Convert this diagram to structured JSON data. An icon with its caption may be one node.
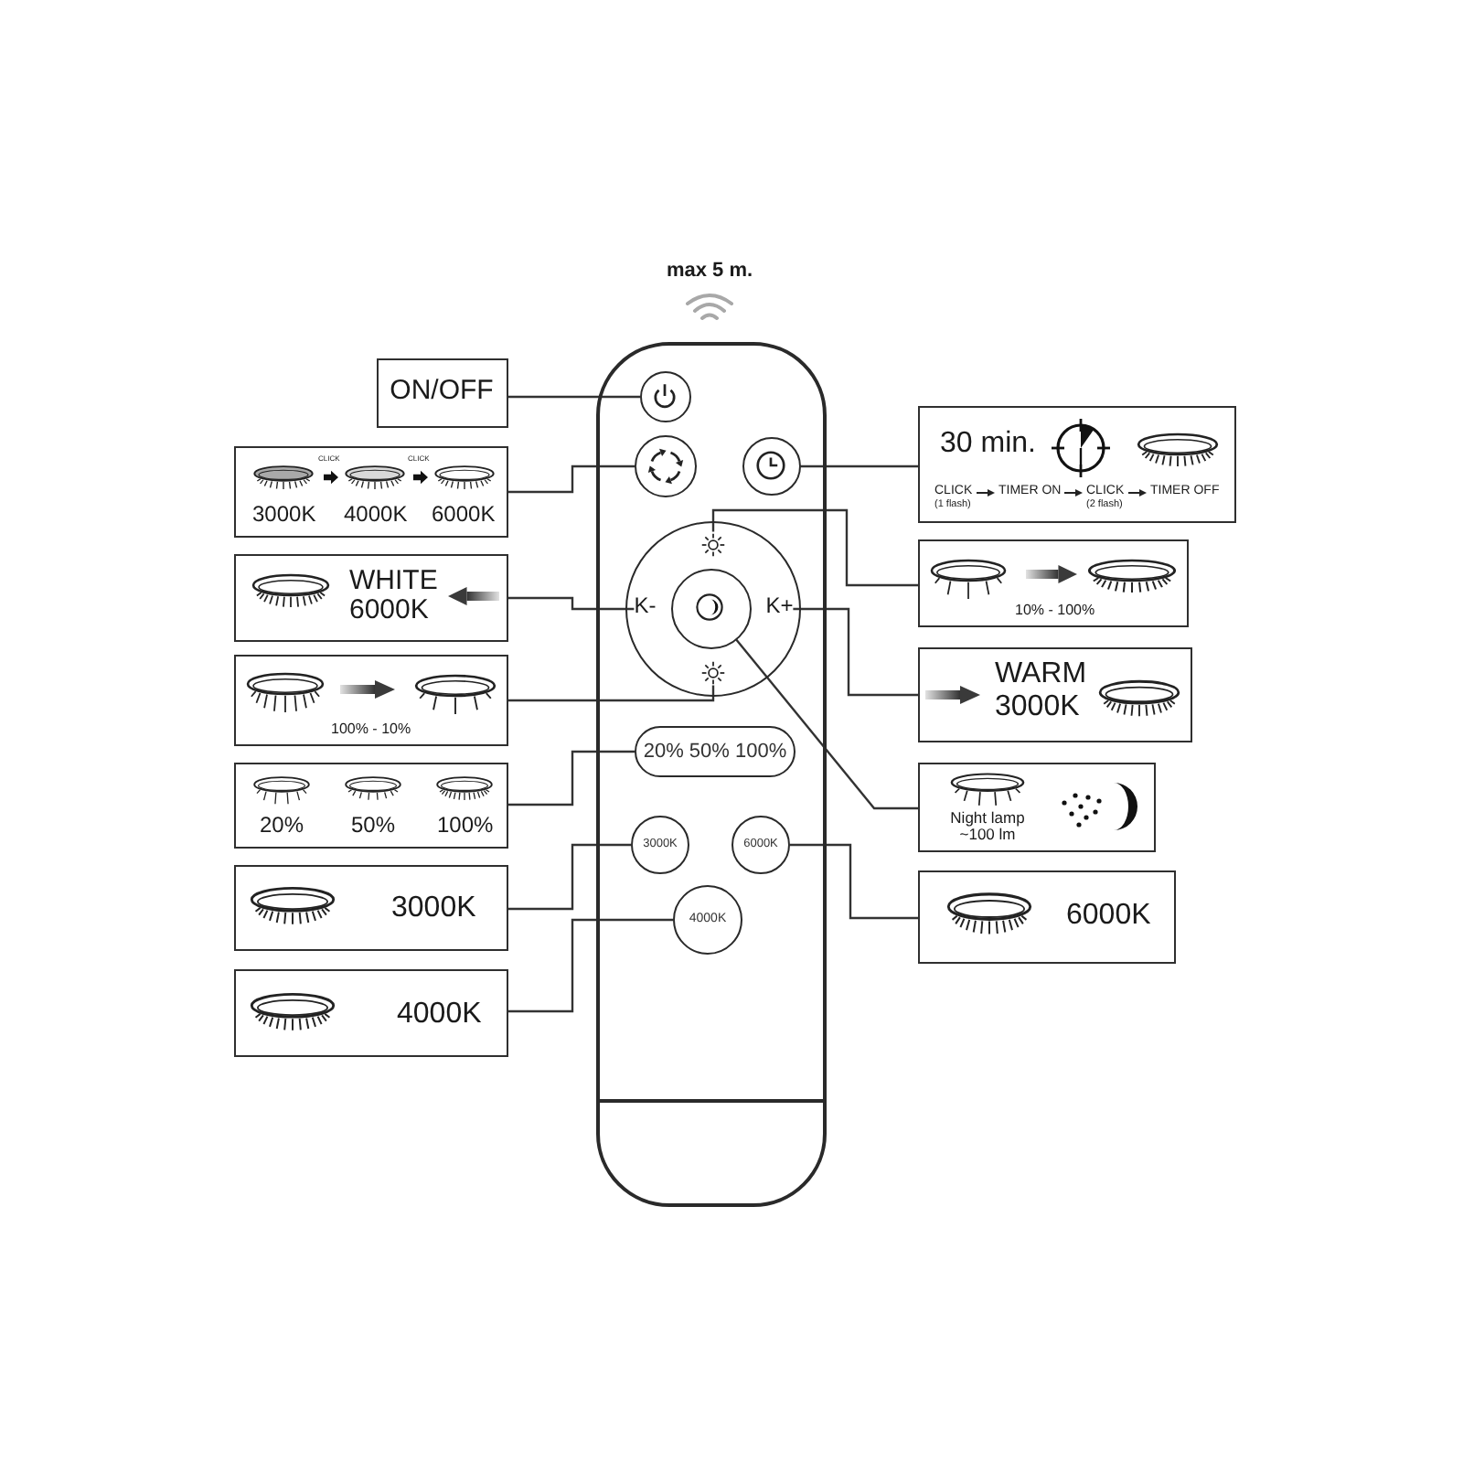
{
  "diagram": {
    "nodes": [
      {
        "text": [],
        "shape": "box"
      },
      {
        "text": [],
        "shape": "circle",
        "in": 0
      },
      {
        "text": [],
        "shape": "circle",
        "in": 0
      },
      {
        "text": [],
        "shape": "circle",
        "in": 0
      },
      {
        "text": [],
        "shape": "circle",
        "in": 0
      },
      {
        "text": [],
        "shape": "picture",
        "in": 4
      },
      {
        "text": [
          "K-"
        ],
        "in": 4
      },
      {
        "text": [
          "K+"
        ],
        "in": 4
      },
      {
        "text": [],
        "shape": "circle",
        "in": 4
      },
      {
        "text": [],
        "shape": "picture",
        "in": 4
      },
      {
        "text": [
          "20% 50% 100%"
        ],
        "in": 0
      },
      {
        "text": [
          "3000K"
        ],
        "in": 0
      },
      {
        "text": [
          "6000K"
        ],
        "in": 0
      },
      {
        "text": [
          "4000K"
        ],
        "in": 0
      },
      {
        "text": [
          "ON/OFF"
        ]
      },
      {
        "text": [
          "CLICK",
          "CLICK",
          "3000K",
          "4000K",
          "6000K"
        ]
      },
      {
        "text": [
          "WHITE 6000K"
        ]
      },
      {
        "text": [
          "100% - 10%"
        ]
      },
      {
        "text": [
          "20%",
          "50%",
          "100%"
        ]
      },
      {
        "text": [
          "3000K"
        ]
      },
      {
        "text": [
          "4000K"
        ]
      },
      {
        "text": [
          "30 min.",
          "CLICK",
          "TIMER ON",
          "CLICK",
          "TIMER OFF",
          "(1 flash)",
          "(2 flash)"
        ]
      },
      {
        "text": [
          "10% - 100%"
        ]
      },
      {
        "text": [
          "WARM 3000K"
        ]
      },
      {
        "text": [
          "Night lamp ~100 lm"
        ]
      },
      {
        "text": [
          "6000K"
        ]
      }
    ],
    "edges": [
      {
        "from": 14,
        "to": 1,
        "arrow": "none"
      },
      {
        "from": 15,
        "to": 2,
        "arrow": "none"
      },
      {
        "from": 16,
        "to": 6,
        "arrow": "none"
      },
      {
        "from": 17,
        "to": 9,
        "arrow": "none"
      },
      {
        "from": 18,
        "to": 10,
        "arrow": "none"
      },
      {
        "from": 19,
        "to": 11,
        "arrow": "none"
      },
      {
        "from": 20,
        "to": 13,
        "arrow": "none"
      },
      {
        "from": 21,
        "to": 3,
        "arrow": "none"
      },
      {
        "from": 22,
        "to": 5,
        "arrow": "none"
      },
      {
        "from": 23,
        "to": 7,
        "arrow": "none"
      },
      {
        "from": 24,
        "to": 8,
        "arrow": "none"
      },
      {
        "from": 25,
        "to": 12,
        "arrow": "none"
      }
    ],
    "labels": [
      "max 5 m."
    ]
  }
}
